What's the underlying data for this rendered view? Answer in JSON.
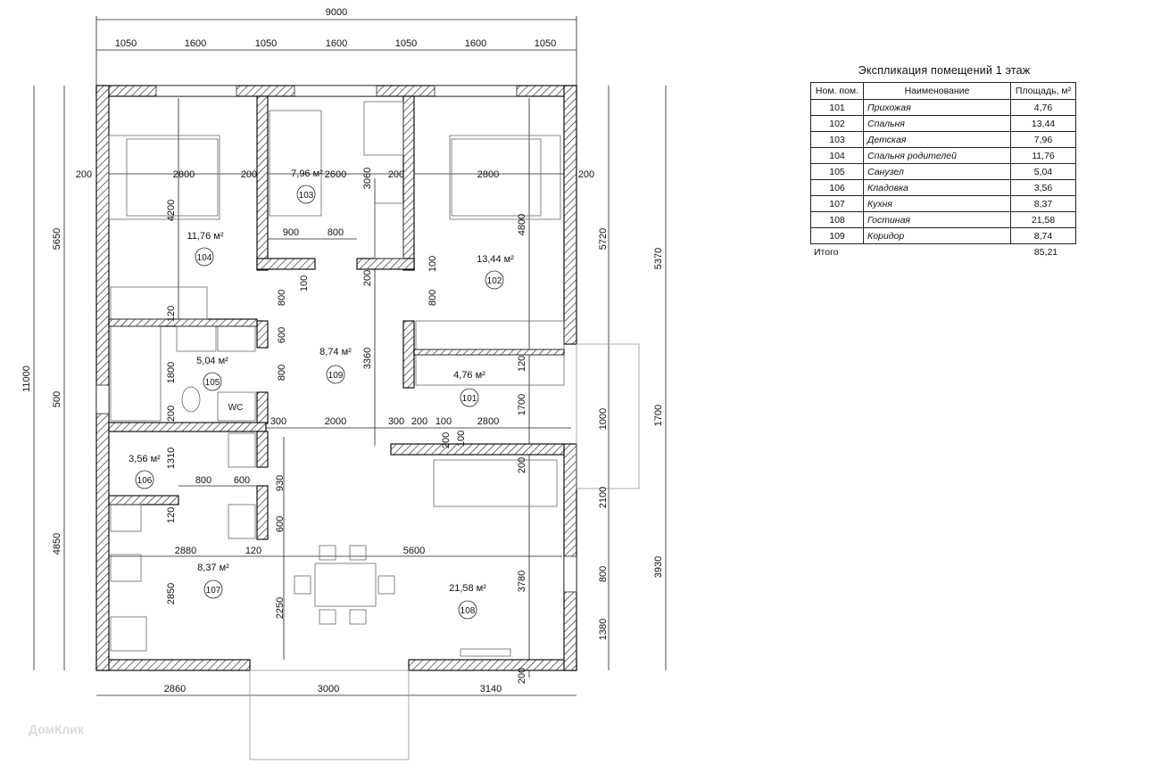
{
  "plan": {
    "overall_width": "9000",
    "overall_height": "11000",
    "top_dims": [
      "1050",
      "1600",
      "1050",
      "1600",
      "1050",
      "1600",
      "1050"
    ],
    "left_dims": [
      "5650",
      "500",
      "4850"
    ],
    "right_dims": [
      "5720",
      "5370",
      "1000",
      "1700",
      "2100",
      "800",
      "1380",
      "3930"
    ],
    "bottom_dims": [
      "2860",
      "3000",
      "3140"
    ],
    "inner_dims": [
      "200",
      "2800",
      "200",
      "2600",
      "3060",
      "200",
      "2800",
      "200",
      "4200",
      "4800",
      "900",
      "800",
      "100",
      "100",
      "200",
      "800",
      "800",
      "120",
      "600",
      "800",
      "1800",
      "200",
      "3360",
      "120",
      "1700",
      "300",
      "2000",
      "300",
      "200",
      "100",
      "2800",
      "200",
      "100",
      "1310",
      "800",
      "600",
      "930",
      "120",
      "600",
      "2880",
      "120",
      "5600",
      "2850",
      "2250",
      "3780",
      "200",
      "200"
    ],
    "rooms": [
      {
        "number": "104",
        "area": "11,76 м²"
      },
      {
        "number": "103",
        "area": "7,96 м²"
      },
      {
        "number": "102",
        "area": "13,44 м²"
      },
      {
        "number": "105",
        "area": "5,04 м²"
      },
      {
        "number": "109",
        "area": "8,74 м²"
      },
      {
        "number": "101",
        "area": "4,76 м²"
      },
      {
        "number": "106",
        "area": "3,56 м²"
      },
      {
        "number": "107",
        "area": "8,37 м²"
      },
      {
        "number": "108",
        "area": "21,58 м²"
      }
    ],
    "wc_label": "WC"
  },
  "explication": {
    "title": "Экспликация помещений 1 этаж",
    "headers": [
      "Ном. пом.",
      "Наименование",
      "Площадь, м²"
    ],
    "rows": [
      [
        "101",
        "Прихожая",
        "4,76"
      ],
      [
        "102",
        "Спальня",
        "13,44"
      ],
      [
        "103",
        "Детская",
        "7,96"
      ],
      [
        "104",
        "Спальня родителей",
        "11,76"
      ],
      [
        "105",
        "Санузел",
        "5,04"
      ],
      [
        "106",
        "Кладовка",
        "3,56"
      ],
      [
        "107",
        "Кухня",
        "8,37"
      ],
      [
        "108",
        "Гостиная",
        "21,58"
      ],
      [
        "109",
        "Коридор",
        "8,74"
      ]
    ],
    "total_label": "Итого",
    "total_value": "85,21"
  },
  "watermark": "ДомКлик"
}
